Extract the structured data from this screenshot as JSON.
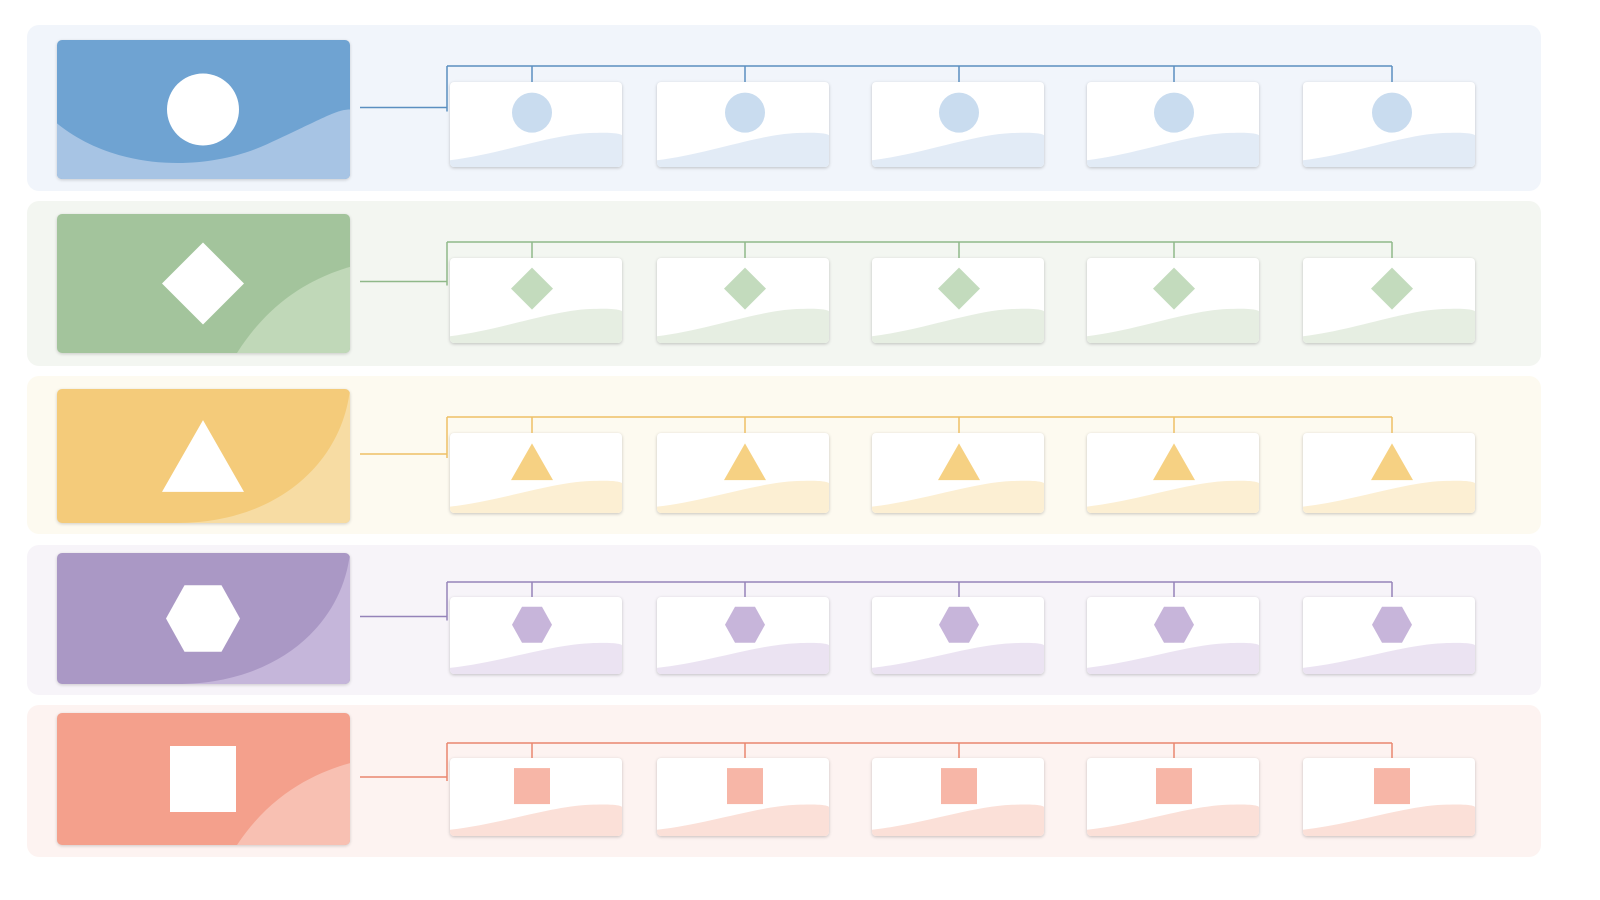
{
  "diagram": {
    "rows": [
      {
        "id": "circle",
        "shape": "circle-icon",
        "band": "#f1f5fb",
        "main": "#6fa3d2",
        "wave": "#a7c4e4",
        "child_shape": "#c9dcef",
        "child_wave": "#e2ebf6",
        "line": "#5b8fc0",
        "children": 5
      },
      {
        "id": "diamond",
        "shape": "diamond-icon",
        "band": "#f3f6f1",
        "main": "#a3c49c",
        "wave": "#c0d8b8",
        "child_shape": "#c3dbbd",
        "child_wave": "#e6eee2",
        "line": "#8fb889",
        "children": 5
      },
      {
        "id": "triangle",
        "shape": "triangle-icon",
        "band": "#fdfaf0",
        "main": "#f4cb7a",
        "wave": "#f7dca3",
        "child_shape": "#f6d183",
        "child_wave": "#fcefd3",
        "line": "#eec066",
        "children": 5
      },
      {
        "id": "hexagon",
        "shape": "hexagon-icon",
        "band": "#f7f4f9",
        "main": "#aa98c5",
        "wave": "#c5b6da",
        "child_shape": "#c7b5da",
        "child_wave": "#ebe3f2",
        "line": "#9583b9",
        "children": 5
      },
      {
        "id": "square",
        "shape": "square-icon",
        "band": "#fdf3f1",
        "main": "#f4a08c",
        "wave": "#f8c0b2",
        "child_shape": "#f7b6a7",
        "child_wave": "#fbe0d8",
        "line": "#e9866f",
        "children": 5
      }
    ]
  }
}
